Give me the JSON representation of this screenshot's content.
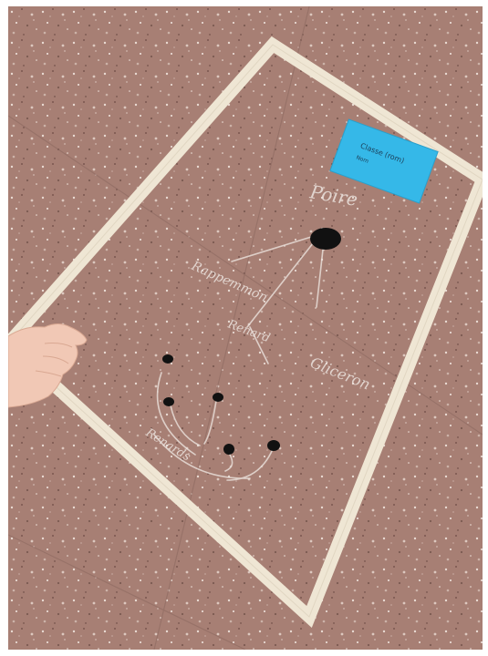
{
  "photo": {
    "subject": "chalk drawing inside masking-tape rectangle on terrazzo floor",
    "floor_color": "#a77f74",
    "tape_color": "#efe6d4",
    "chalk_color": "#ece3de",
    "card_color": "#35b8e8",
    "stone_color": "#111111"
  },
  "card": {
    "line1": "Classe (rom)",
    "line2": "Nom"
  },
  "chalk_words": {
    "top": "Poire",
    "left": "Rappemmon",
    "middle": "Renard",
    "right": "Gliceron",
    "bottom": "Renards"
  }
}
